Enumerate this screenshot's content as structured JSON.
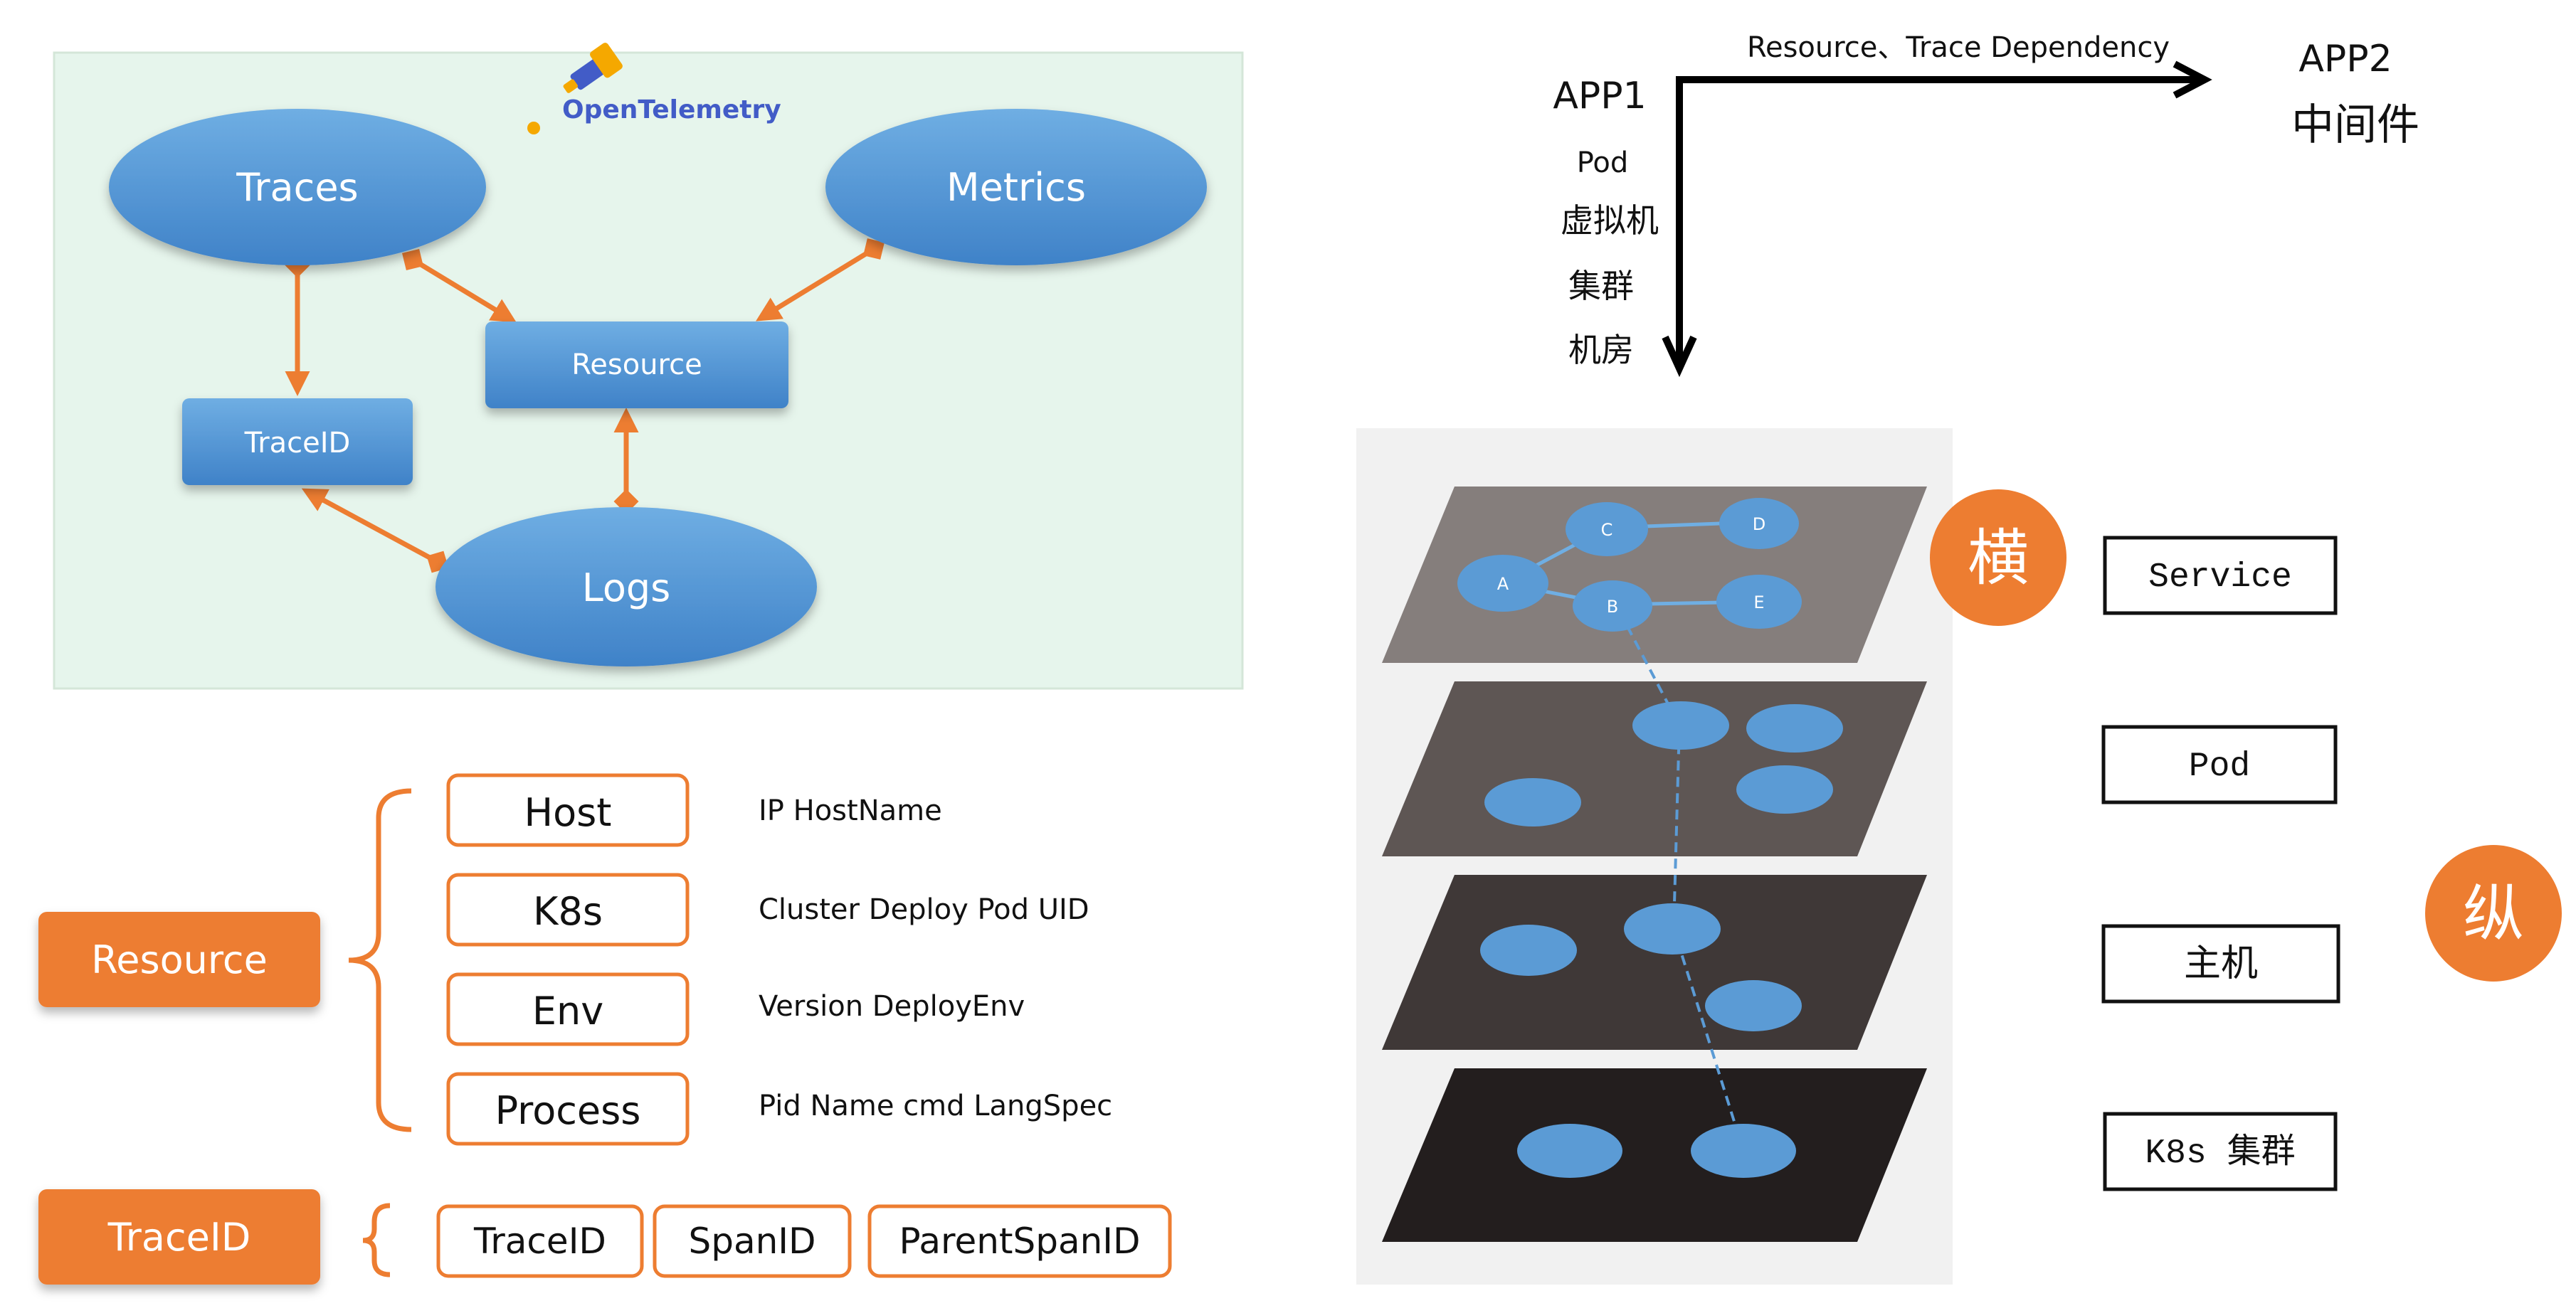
{
  "otel": {
    "logo_text": "OpenTelemetry",
    "nodes": {
      "traces": "Traces",
      "metrics": "Metrics",
      "resource": "Resource",
      "traceid": "TraceID",
      "logs": "Logs"
    }
  },
  "resource_breakdown": {
    "label": "Resource",
    "items": [
      {
        "name": "Host",
        "desc": "IP HostName"
      },
      {
        "name": "K8s",
        "desc": "Cluster Deploy Pod UID"
      },
      {
        "name": "Env",
        "desc": "Version DeployEnv"
      },
      {
        "name": "Process",
        "desc": "Pid Name cmd LangSpec"
      }
    ]
  },
  "traceid_breakdown": {
    "label": "TraceID",
    "items": [
      "TraceID",
      "SpanID",
      "ParentSpanID"
    ]
  },
  "dependency": {
    "app1": "APP1",
    "app2": "APP2",
    "app2_sub": "中间件",
    "horizontal_label": "Resource、Trace Dependency",
    "vertical_items": [
      "Pod",
      "虚拟机",
      "集群",
      "机房"
    ]
  },
  "layers": {
    "node_labels": [
      "A",
      "B",
      "C",
      "D",
      "E"
    ],
    "horizontal_badge": "横",
    "vertical_badge": "纵",
    "layer_boxes": [
      "Service",
      "Pod",
      "主机",
      "K8s 集群"
    ],
    "colors": {
      "accent": "#ED7D31",
      "node_blue": "#5B9BD5",
      "panel_green": "#E6F5EC"
    }
  }
}
